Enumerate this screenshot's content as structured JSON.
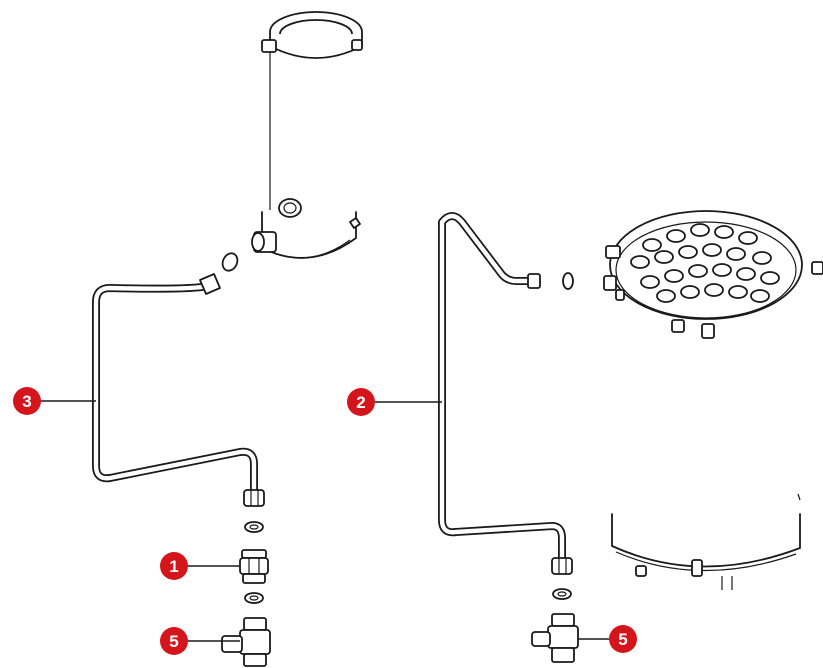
{
  "callouts": [
    {
      "label": "1"
    },
    {
      "label": "2"
    },
    {
      "label": "3"
    },
    {
      "label": "5"
    },
    {
      "label": "5"
    }
  ],
  "colors": {
    "callout": "#d4161c",
    "line": "#1a1a1a",
    "background": "#ffffff"
  }
}
